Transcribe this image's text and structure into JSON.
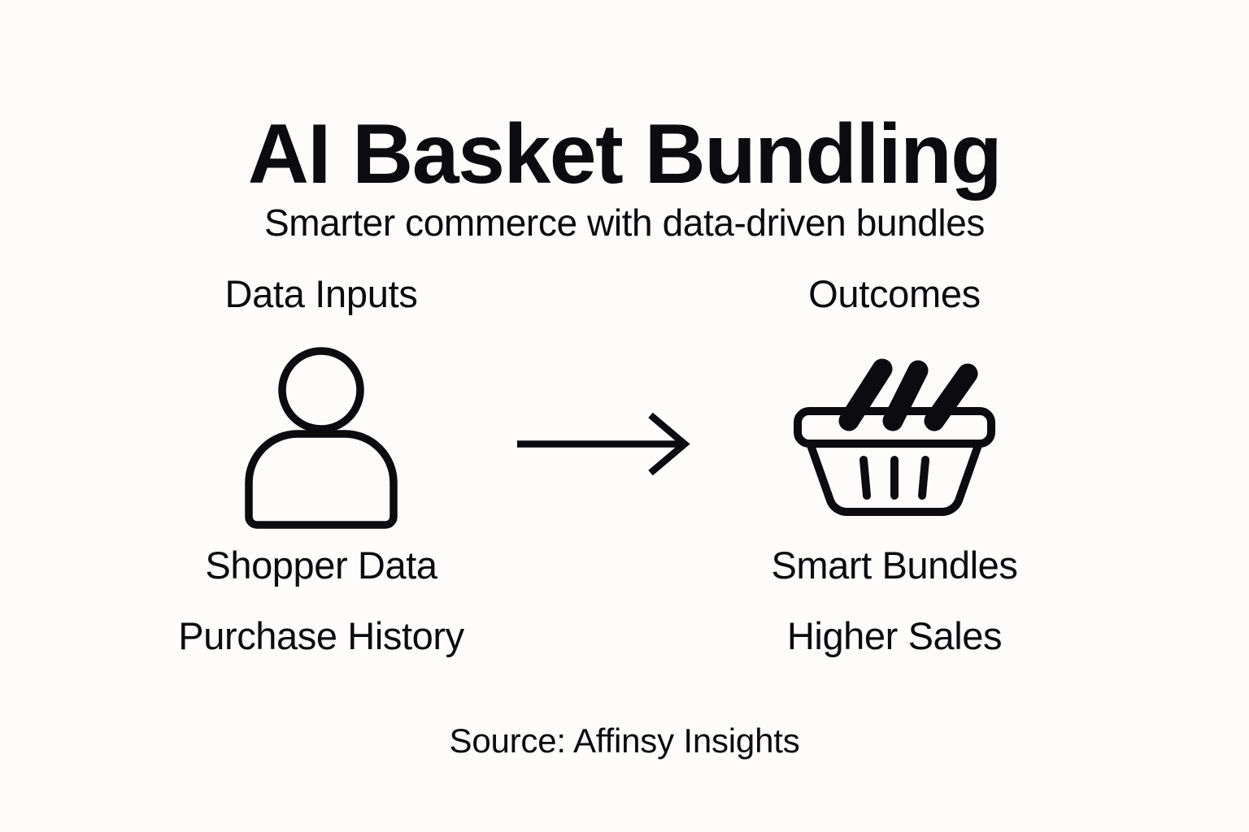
{
  "header": {
    "title": "AI Basket Bundling",
    "subtitle": "Smarter commerce with data-driven bundles"
  },
  "columns": {
    "left": {
      "heading": "Data Inputs",
      "icon": "person-icon",
      "label_primary": "Shopper Data",
      "label_secondary": "Purchase History"
    },
    "right": {
      "heading": "Outcomes",
      "icon": "shopping-basket-icon",
      "label_primary": "Smart Bundles",
      "label_secondary": "Higher Sales"
    }
  },
  "connector": {
    "icon": "arrow-right-icon",
    "direction": "left-to-right"
  },
  "footer": {
    "source": "Source: Affinsy Insights"
  },
  "colors": {
    "background": "#fdfcfa",
    "ink": "#0b0b10"
  }
}
